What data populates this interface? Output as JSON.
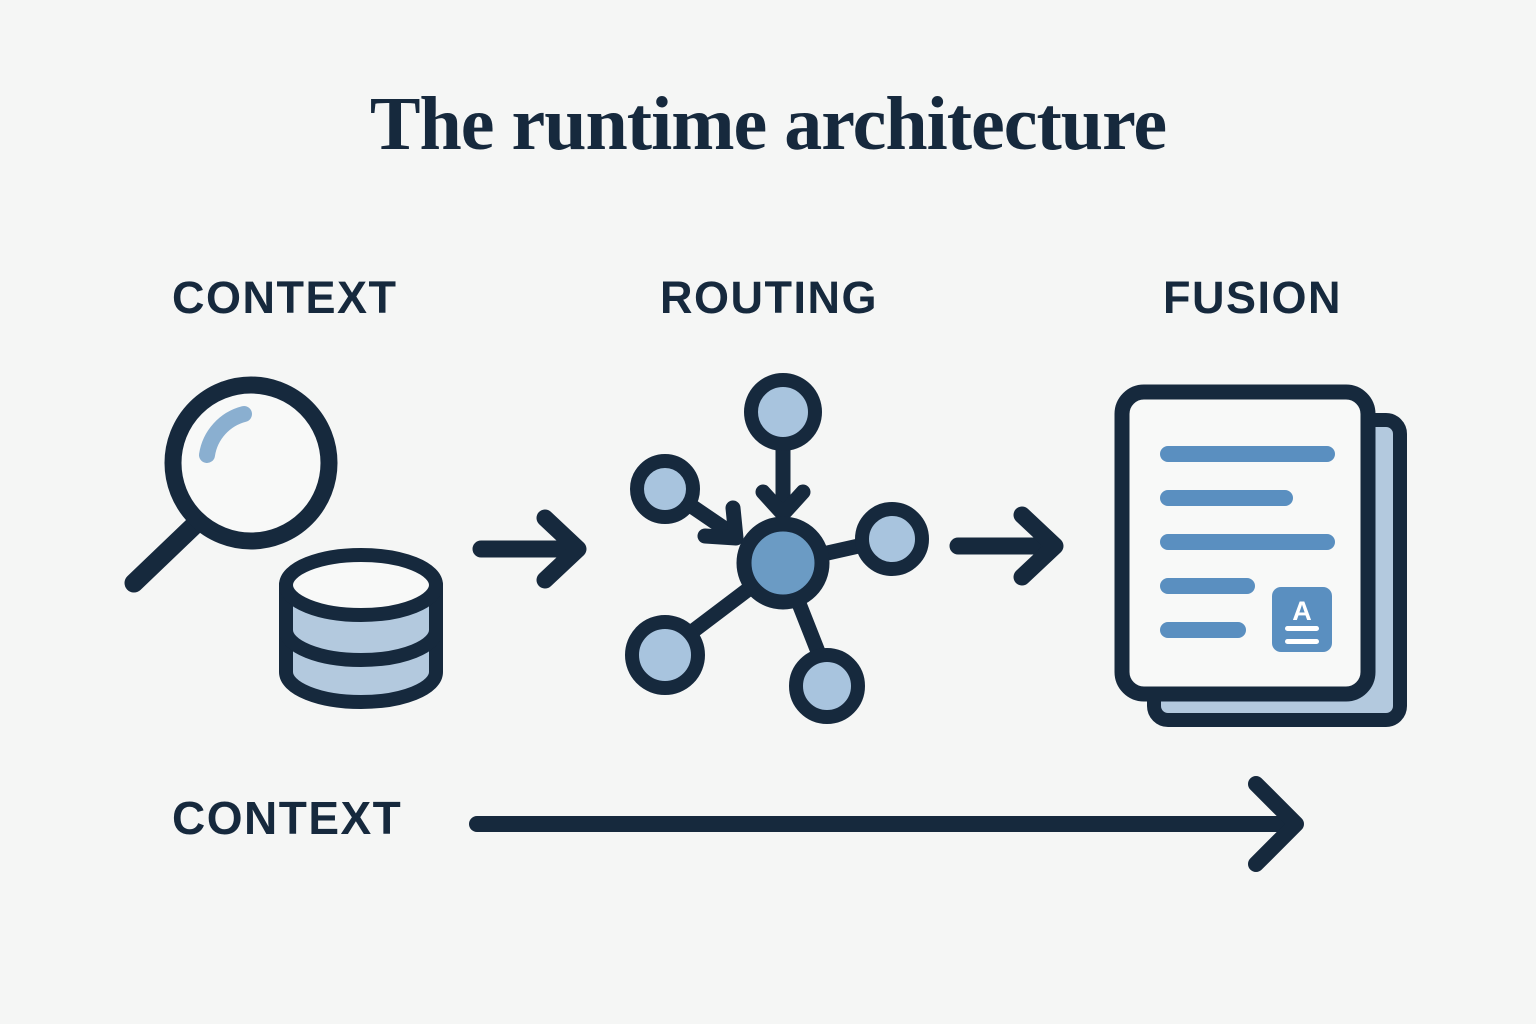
{
  "page": {
    "title": "The runtime architecture",
    "background_color": "#f5f6f5",
    "ink_color": "#16293d",
    "accent_mid_blue": "#6b9bc4",
    "accent_light_blue": "#a8c4de",
    "accent_pale_blue": "#b3c9de",
    "accent_line_blue": "#5a8fc0",
    "highlight_blue": "#8aafd0"
  },
  "stages": [
    {
      "key": "context",
      "label": "CONTEXT",
      "icon": "magnifier-database-icon"
    },
    {
      "key": "routing",
      "label": "ROUTING",
      "icon": "node-graph-icon"
    },
    {
      "key": "fusion",
      "label": "FUSION",
      "icon": "stacked-document-icon"
    }
  ],
  "connectors": [
    {
      "name": "arrow-context-to-routing",
      "from": "context",
      "to": "routing"
    },
    {
      "name": "arrow-routing-to-fusion",
      "from": "routing",
      "to": "fusion"
    }
  ],
  "flow": {
    "label": "CONTEXT",
    "arrow": "long-right-arrow"
  },
  "routing_graph": {
    "hub": {
      "name": "hub-node",
      "fill": "#6b9bc4"
    },
    "nodes": [
      {
        "name": "node-top",
        "position": "top",
        "fill": "#a8c4de",
        "edge": "arrow-to-hub"
      },
      {
        "name": "node-upper-left",
        "position": "upper-left",
        "fill": "#a8c4de",
        "edge": "arrow-to-hub"
      },
      {
        "name": "node-right",
        "position": "right",
        "fill": "#a8c4de",
        "edge": "line-to-hub"
      },
      {
        "name": "node-lower-left",
        "position": "lower-left",
        "fill": "#a8c4de",
        "edge": "line-to-hub"
      },
      {
        "name": "node-lower-right",
        "position": "lower-right",
        "fill": "#a8c4de",
        "edge": "line-to-hub"
      }
    ]
  },
  "document": {
    "badge_letter": "A",
    "text_line_count": 5,
    "badge_rule_count": 2
  }
}
